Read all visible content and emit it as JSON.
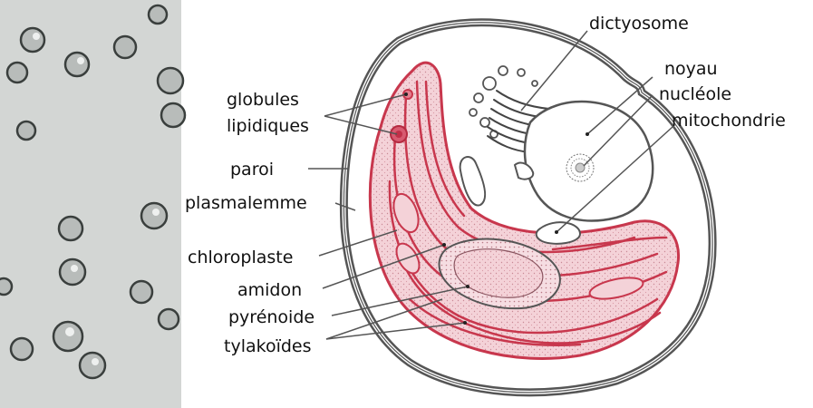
{
  "labels": {
    "dictyosome": "dictyosome",
    "noyau": "noyau",
    "nucleole": "nucléole",
    "mitochondrie": "mitochondrie",
    "globules": "globules",
    "lipidiques": "lipidiques",
    "paroi": "paroi",
    "plasmalemme": "plasmalemme",
    "chloroplaste": "chloroplaste",
    "amidon": "amidon",
    "pyrenoide": "pyrénoide",
    "tylakoides": "tylakoïdes"
  },
  "colors": {
    "chloroplast_fill": "#f3c6cf",
    "chloroplast_outline": "#c8374d",
    "cell_wall": "#555555",
    "micrograph_bg": "#d3d6d4"
  }
}
